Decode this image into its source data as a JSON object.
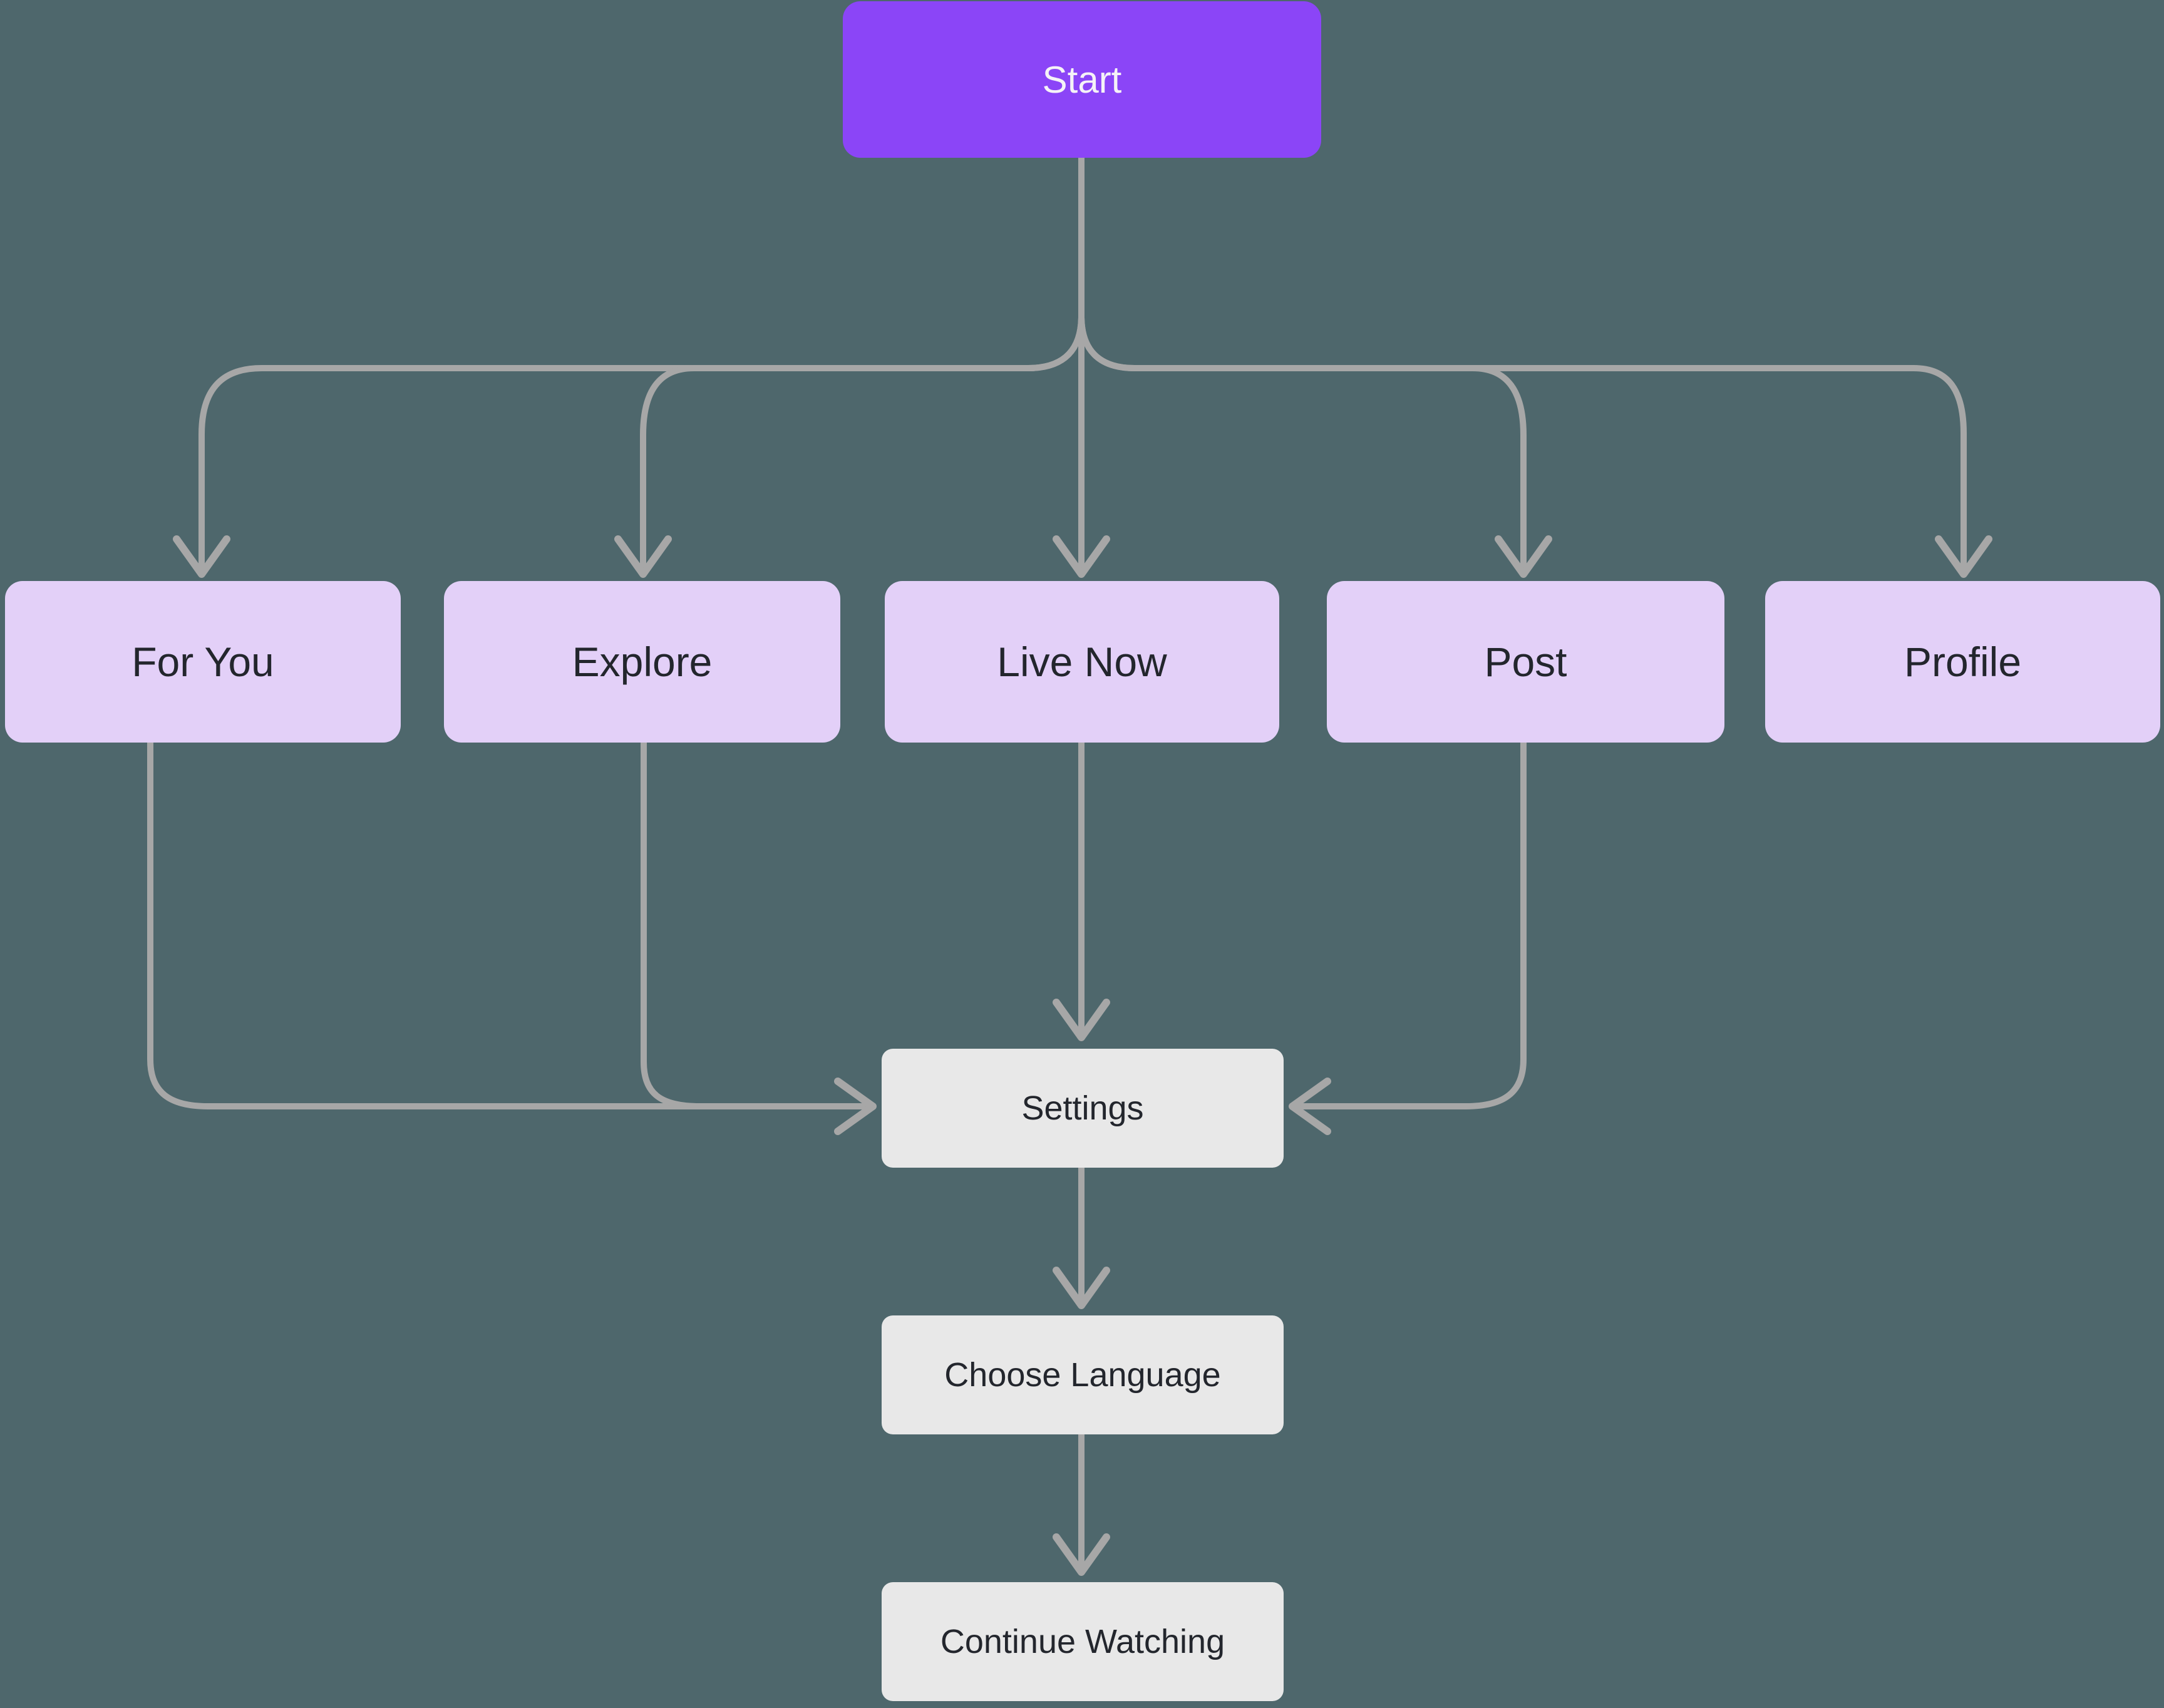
{
  "diagram": {
    "nodes": {
      "start": {
        "label": "Start"
      },
      "for_you": {
        "label": "For You"
      },
      "explore": {
        "label": "Explore"
      },
      "live_now": {
        "label": "Live Now"
      },
      "post": {
        "label": "Post"
      },
      "profile": {
        "label": "Profile"
      },
      "settings": {
        "label": "Settings"
      },
      "choose_language": {
        "label": "Choose Language"
      },
      "continue_watching": {
        "label": "Continue Watching"
      }
    },
    "edges": [
      {
        "from": "start",
        "to": "for_you"
      },
      {
        "from": "start",
        "to": "explore"
      },
      {
        "from": "start",
        "to": "live_now"
      },
      {
        "from": "start",
        "to": "post"
      },
      {
        "from": "start",
        "to": "profile"
      },
      {
        "from": "for_you",
        "to": "settings"
      },
      {
        "from": "explore",
        "to": "settings"
      },
      {
        "from": "live_now",
        "to": "settings"
      },
      {
        "from": "post",
        "to": "settings"
      },
      {
        "from": "settings",
        "to": "choose_language"
      },
      {
        "from": "choose_language",
        "to": "continue_watching"
      }
    ]
  },
  "colors": {
    "background": "#4E676C",
    "primary": "#8B45F7",
    "secondary": "#E3D0F8",
    "neutral": "#E8E8E8",
    "connector": "#A7A7A7",
    "text_dark": "#23262D",
    "text_light": "#F5F2F7"
  }
}
